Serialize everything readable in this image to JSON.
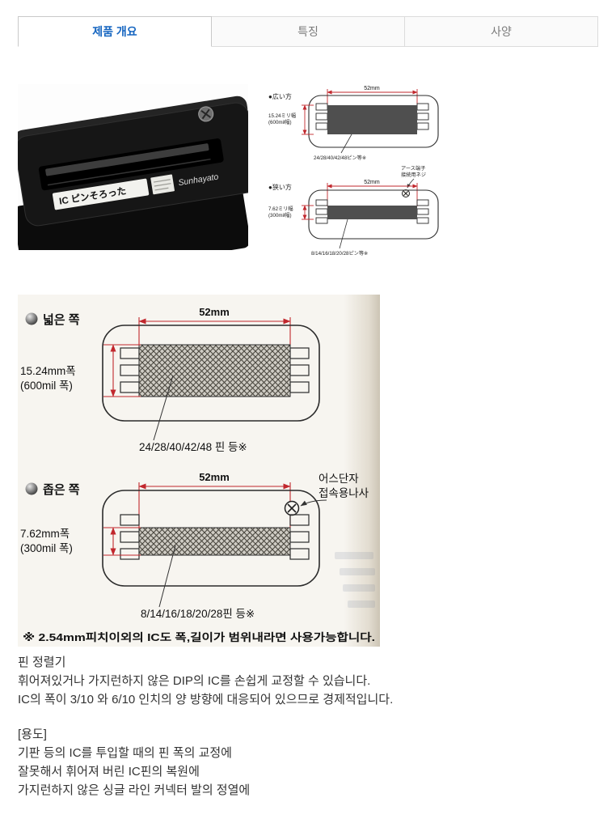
{
  "colors": {
    "tab_active_blue": "#1565c0",
    "dimension_red": "#c1272d"
  },
  "tabs": [
    {
      "label": "제품 개요",
      "active": true
    },
    {
      "label": "특징",
      "active": false
    },
    {
      "label": "사양",
      "active": false
    }
  ],
  "photo": {
    "label": "IC ピンそろった",
    "brand": "Sunhayato"
  },
  "diagram_small": {
    "wide": {
      "side_label": "●広い方",
      "dim_top": "52mm",
      "width_label": "15.24ミリ幅",
      "width_sub": "(600mil幅)",
      "pins_label": "24/28/40/42/48ピン等※"
    },
    "narrow": {
      "side_label": "●狭い方",
      "earth_line1": "アース端子",
      "earth_line2": "接続用ネジ",
      "dim_top": "52mm",
      "width_label": "7.62ミリ幅",
      "width_sub": "(300mil幅)",
      "pins_label": "8/14/16/18/20/28ピン等※"
    }
  },
  "diagram_large": {
    "wide": {
      "side_label": "넓은 쪽",
      "dim_top": "52mm",
      "width_label": "15.24mm폭",
      "width_sub": "(600mil 폭)",
      "pins_label": "24/28/40/42/48 핀 등※"
    },
    "narrow": {
      "side_label": "좁은 쪽",
      "earth_line1": "어스단자",
      "earth_line2": "접속용나사",
      "dim_top": "52mm",
      "width_label": "7.62mm폭",
      "width_sub": "(300mil 폭)",
      "pins_label": "8/14/16/18/20/28핀 등※"
    },
    "footnote": "※ 2.54mm피치이외의 IC도 폭,길이가 범위내라면 사용가능합니다."
  },
  "description": {
    "title": "핀 정렬기",
    "line1": "휘어져있거나 가지런하지 않은 DIP의 IC를 손쉽게 교정할 수 있습니다.",
    "line2": "IC의 폭이 3/10 와 6/10 인치의 양 방향에 대응되어 있으므로 경제적입니다.",
    "usage_title": "[용도]",
    "usage_lines": [
      "기판 등의 IC를 투입할 때의 핀 폭의 교정에",
      "잘못해서 휘어져 버린 IC핀의 복원에",
      "가지런하지 않은 싱글 라인 커넥터 발의 정열에"
    ]
  }
}
